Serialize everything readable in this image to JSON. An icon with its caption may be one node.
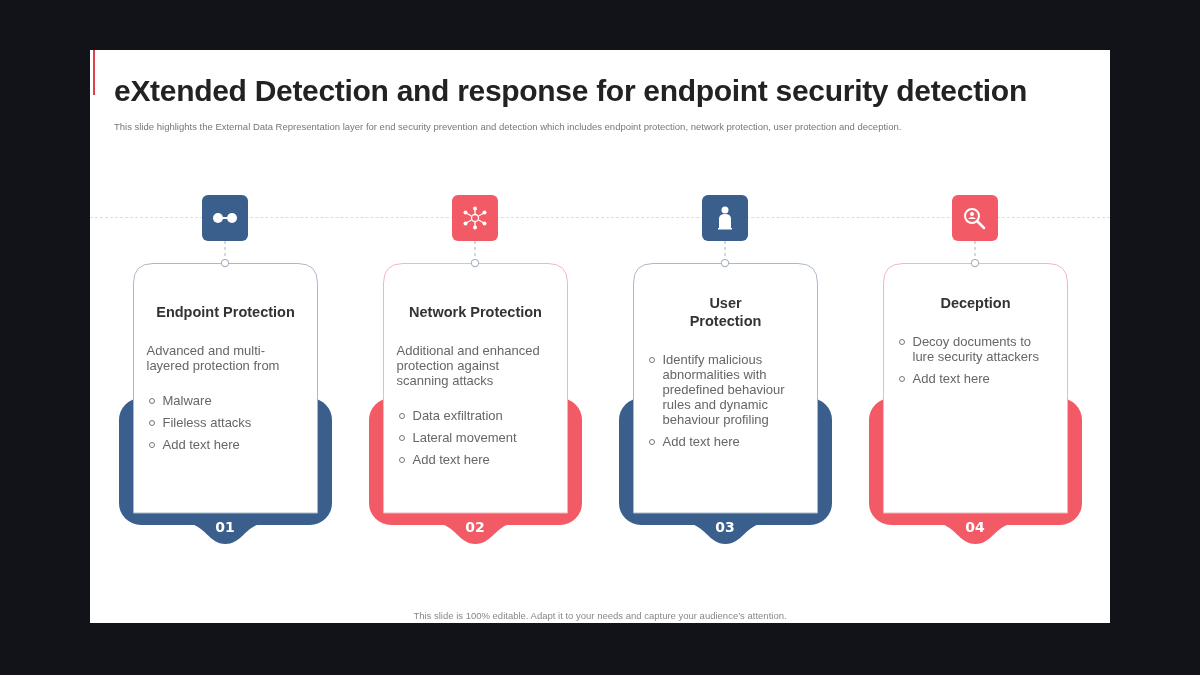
{
  "diagram": {
    "title": "eXtended Detection and response for endpoint security detection",
    "nodes": [
      {
        "text": [],
        "shape": "box"
      },
      {
        "text": [],
        "shape": "box"
      },
      {
        "text": [],
        "shape": "box"
      },
      {
        "text": [],
        "shape": "box"
      },
      {
        "text": [
          "Endpoint Protection",
          "Advanced and multi-layered protection from",
          "Malware",
          "Fileless attacks",
          "Add text here",
          "01"
        ]
      },
      {
        "text": [
          "Network Protection",
          "Additional and enhanced protection against scanning attacks",
          "Data exfiltration",
          "Lateral movement",
          "Add text here",
          "02"
        ]
      },
      {
        "text": [
          "User Protection",
          "Identify malicious abnormalities with predefined behaviour rules and dynamic behaviour profiling",
          "Add text here",
          "03"
        ]
      },
      {
        "text": [
          "Deception",
          "Decoy documents to lure security attackers",
          "Add text here",
          "04"
        ]
      }
    ],
    "edges": [
      {
        "from": 0,
        "to": 4,
        "arrow": "other",
        "style": "dashed"
      },
      {
        "from": 1,
        "to": 5,
        "arrow": "other",
        "style": "dashed"
      },
      {
        "from": 2,
        "to": 6,
        "arrow": "other",
        "style": "dashed"
      },
      {
        "from": 3,
        "to": 7,
        "arrow": "other",
        "style": "dashed"
      }
    ],
    "labels": [
      "This slide highlights the External Data Representation layer for end security prevention and detection which includes endpoint protection, network protection, user protection and deception.",
      "This slide is 100% editable. Adapt it to your needs and capture your audience’s attention."
    ]
  }
}
